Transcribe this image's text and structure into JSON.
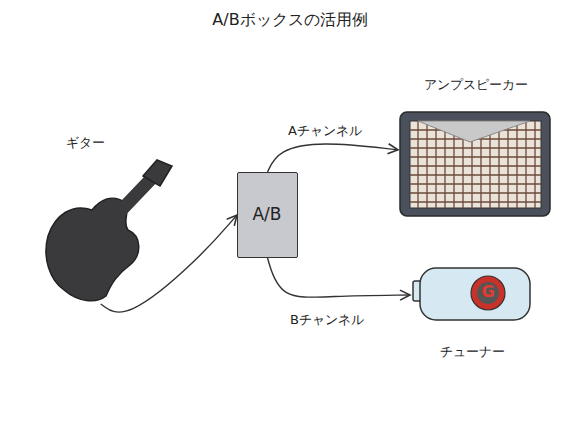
{
  "diagram": {
    "title": "A/Bボックスの活用例",
    "nodes": [
      {
        "text": [
          "ギター"
        ]
      },
      {
        "text": [
          "A/B"
        ]
      },
      {
        "text": [
          "アンプスピーカー"
        ]
      },
      {
        "text": [
          "チューナー",
          "G"
        ]
      }
    ],
    "edges": [
      {
        "from": 0,
        "to": 1,
        "arrow": "to"
      },
      {
        "from": 1,
        "to": 2,
        "label": "Aチャンネル",
        "arrow": "to"
      },
      {
        "from": 1,
        "to": 3,
        "label": "Bチャンネル",
        "arrow": "to"
      }
    ]
  }
}
